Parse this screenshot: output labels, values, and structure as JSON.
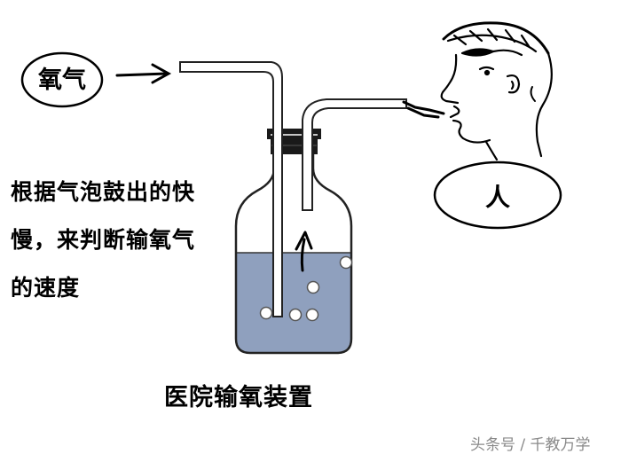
{
  "labels": {
    "oxygen": "氧气",
    "person": "人",
    "description": [
      "根据气泡鼓出的快",
      "慢，来判断输氧气",
      "的速度"
    ],
    "caption": "医院输氧装置"
  },
  "watermark": "头条号 / 千教万学",
  "colors": {
    "water": "#8fa0be",
    "bottle_outline": "#222222",
    "stopper": "#1a1a1a",
    "bubble": "#ffffff"
  },
  "icons": [
    "arrow-right-icon",
    "arrow-up-icon",
    "person-head-icon"
  ]
}
